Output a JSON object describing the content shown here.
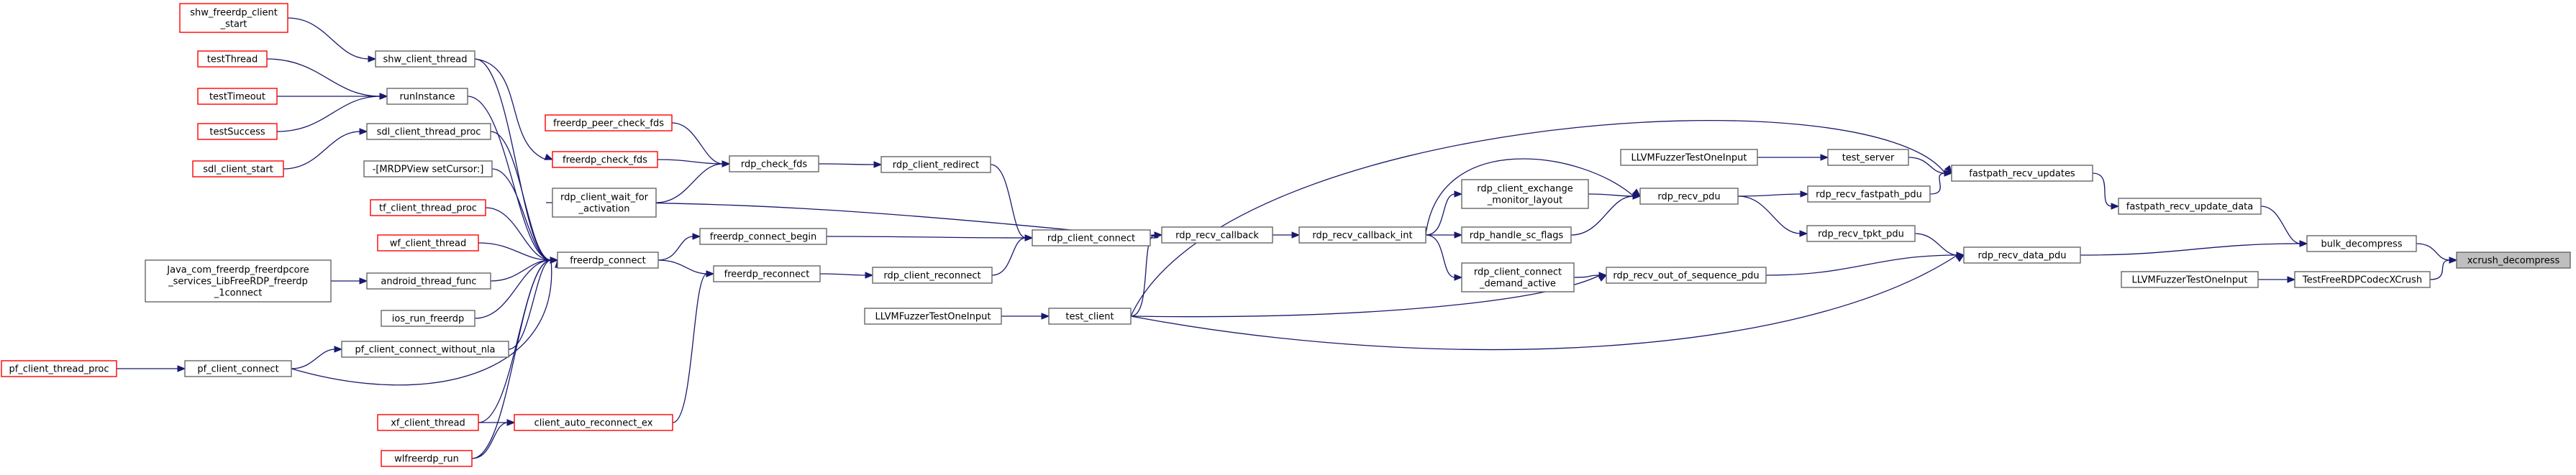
{
  "graph": {
    "direction": "right-to-left",
    "colors": {
      "edge": "#191970",
      "default_border": "#666666",
      "truncated_border": "#ff0000",
      "root_fill": "#bfbfbf"
    },
    "nodes": [
      {
        "id": "xcrush",
        "lines": [
          "xcrush_decompress"
        ],
        "kind": "root"
      },
      {
        "id": "bulk",
        "lines": [
          "bulk_decompress"
        ]
      },
      {
        "id": "testfreerdp",
        "lines": [
          "TestFreeRDPCodecXCrush"
        ]
      },
      {
        "id": "llvm3",
        "lines": [
          "LLVMFuzzerTestOneInput"
        ]
      },
      {
        "id": "fp_update_data",
        "lines": [
          "fastpath_recv_update_data"
        ]
      },
      {
        "id": "recv_data",
        "lines": [
          "rdp_recv_data_pdu"
        ]
      },
      {
        "id": "fp_updates",
        "lines": [
          "fastpath_recv_updates"
        ]
      },
      {
        "id": "test_server",
        "lines": [
          "test_server"
        ]
      },
      {
        "id": "llvm1",
        "lines": [
          "LLVMFuzzerTestOneInput"
        ]
      },
      {
        "id": "recv_fastpath",
        "lines": [
          "rdp_recv_fastpath_pdu"
        ]
      },
      {
        "id": "recv_tpkt",
        "lines": [
          "rdp_recv_tpkt_pdu"
        ]
      },
      {
        "id": "recv_oos",
        "lines": [
          "rdp_recv_out_of_sequence_pdu"
        ]
      },
      {
        "id": "recv_pdu",
        "lines": [
          "rdp_recv_pdu"
        ]
      },
      {
        "id": "exch_mon",
        "lines": [
          "rdp_client_exchange",
          "_monitor_layout"
        ]
      },
      {
        "id": "sc_flags",
        "lines": [
          "rdp_handle_sc_flags"
        ]
      },
      {
        "id": "demand",
        "lines": [
          "rdp_client_connect",
          "_demand_active"
        ]
      },
      {
        "id": "cb_int",
        "lines": [
          "rdp_recv_callback_int"
        ]
      },
      {
        "id": "recv_cb",
        "lines": [
          "rdp_recv_callback"
        ]
      },
      {
        "id": "test_client",
        "lines": [
          "test_client"
        ]
      },
      {
        "id": "llvm2",
        "lines": [
          "LLVMFuzzerTestOneInput"
        ]
      },
      {
        "id": "client_connect",
        "lines": [
          "rdp_client_connect"
        ]
      },
      {
        "id": "client_redirect",
        "lines": [
          "rdp_client_redirect"
        ]
      },
      {
        "id": "client_reconnect",
        "lines": [
          "rdp_client_reconnect"
        ]
      },
      {
        "id": "check_fds",
        "lines": [
          "rdp_check_fds"
        ]
      },
      {
        "id": "fr_connect_begin",
        "lines": [
          "freerdp_connect_begin"
        ]
      },
      {
        "id": "fr_reconnect",
        "lines": [
          "freerdp_reconnect"
        ]
      },
      {
        "id": "wait_act",
        "lines": [
          "rdp_client_wait_for",
          "_activation"
        ]
      },
      {
        "id": "fr_check_fds",
        "lines": [
          "freerdp_check_fds"
        ],
        "kind": "red"
      },
      {
        "id": "peer_check_fds",
        "lines": [
          "freerdp_peer_check_fds"
        ],
        "kind": "red"
      },
      {
        "id": "fr_connect",
        "lines": [
          "freerdp_connect"
        ]
      },
      {
        "id": "auto_reconnect",
        "lines": [
          "client_auto_reconnect_ex"
        ],
        "kind": "red"
      },
      {
        "id": "shw_thread",
        "lines": [
          "shw_client_thread"
        ]
      },
      {
        "id": "runinstance",
        "lines": [
          "runInstance"
        ]
      },
      {
        "id": "sdl_proc",
        "lines": [
          "sdl_client_thread_proc"
        ]
      },
      {
        "id": "mrdp",
        "lines": [
          "-[MRDPView setCursor:]"
        ]
      },
      {
        "id": "tf_proc",
        "lines": [
          "tf_client_thread_proc"
        ],
        "kind": "red"
      },
      {
        "id": "wf_thread",
        "lines": [
          "wf_client_thread"
        ],
        "kind": "red"
      },
      {
        "id": "android_func",
        "lines": [
          "android_thread_func"
        ]
      },
      {
        "id": "ios_run",
        "lines": [
          "ios_run_freerdp"
        ]
      },
      {
        "id": "pf_without_nla",
        "lines": [
          "pf_client_connect_without_nla"
        ]
      },
      {
        "id": "xf_thread",
        "lines": [
          "xf_client_thread"
        ],
        "kind": "red"
      },
      {
        "id": "wlf_run",
        "lines": [
          "wlfreerdp_run"
        ],
        "kind": "red"
      },
      {
        "id": "pf_connect",
        "lines": [
          "pf_client_connect"
        ]
      },
      {
        "id": "java",
        "lines": [
          "Java_com_freerdp_freerdpcore",
          "_services_LibFreeRDP_freerdp",
          "_1connect"
        ]
      },
      {
        "id": "pf_proc",
        "lines": [
          "pf_client_thread_proc"
        ],
        "kind": "red"
      },
      {
        "id": "shw_start",
        "lines": [
          "shw_freerdp_client",
          "_start"
        ],
        "kind": "red"
      },
      {
        "id": "testthread",
        "lines": [
          "testThread"
        ],
        "kind": "red"
      },
      {
        "id": "testtimeout",
        "lines": [
          "testTimeout"
        ],
        "kind": "red"
      },
      {
        "id": "testsuccess",
        "lines": [
          "testSuccess"
        ],
        "kind": "red"
      },
      {
        "id": "sdl_start",
        "lines": [
          "sdl_client_start"
        ],
        "kind": "red"
      }
    ],
    "edges": [
      [
        "bulk",
        "xcrush"
      ],
      [
        "testfreerdp",
        "xcrush"
      ],
      [
        "llvm3",
        "testfreerdp"
      ],
      [
        "fp_update_data",
        "bulk"
      ],
      [
        "recv_data",
        "bulk"
      ],
      [
        "fp_updates",
        "fp_update_data"
      ],
      [
        "test_server",
        "fp_updates"
      ],
      [
        "llvm1",
        "test_server"
      ],
      [
        "recv_fastpath",
        "fp_updates"
      ],
      [
        "recv_tpkt",
        "recv_data"
      ],
      [
        "recv_oos",
        "recv_data"
      ],
      [
        "recv_pdu",
        "recv_fastpath"
      ],
      [
        "recv_pdu",
        "recv_tpkt"
      ],
      [
        "exch_mon",
        "recv_pdu"
      ],
      [
        "sc_flags",
        "recv_pdu"
      ],
      [
        "demand",
        "recv_oos"
      ],
      [
        "cb_int",
        "recv_pdu"
      ],
      [
        "cb_int",
        "exch_mon"
      ],
      [
        "cb_int",
        "sc_flags"
      ],
      [
        "cb_int",
        "demand"
      ],
      [
        "recv_cb",
        "cb_int"
      ],
      [
        "test_client",
        "recv_cb"
      ],
      [
        "llvm2",
        "test_client"
      ],
      [
        "test_client",
        "fp_updates"
      ],
      [
        "test_client",
        "recv_oos"
      ],
      [
        "test_client",
        "recv_data"
      ],
      [
        "client_connect",
        "recv_cb"
      ],
      [
        "client_connect",
        "wait_act"
      ],
      [
        "client_redirect",
        "client_connect"
      ],
      [
        "client_reconnect",
        "client_connect"
      ],
      [
        "fr_connect_begin",
        "client_connect"
      ],
      [
        "check_fds",
        "client_redirect"
      ],
      [
        "fr_reconnect",
        "client_reconnect"
      ],
      [
        "fr_check_fds",
        "check_fds"
      ],
      [
        "peer_check_fds",
        "check_fds"
      ],
      [
        "wait_act",
        "check_fds"
      ],
      [
        "fr_connect",
        "fr_connect_begin"
      ],
      [
        "fr_connect",
        "fr_reconnect"
      ],
      [
        "auto_reconnect",
        "fr_reconnect"
      ],
      [
        "shw_thread",
        "fr_connect"
      ],
      [
        "runinstance",
        "fr_connect"
      ],
      [
        "sdl_proc",
        "fr_connect"
      ],
      [
        "mrdp",
        "fr_connect"
      ],
      [
        "tf_proc",
        "fr_connect"
      ],
      [
        "wf_thread",
        "fr_connect"
      ],
      [
        "android_func",
        "fr_connect"
      ],
      [
        "ios_run",
        "fr_connect"
      ],
      [
        "pf_without_nla",
        "fr_connect"
      ],
      [
        "pf_connect",
        "fr_connect"
      ],
      [
        "xf_thread",
        "fr_connect"
      ],
      [
        "wlf_run",
        "fr_connect"
      ],
      [
        "xf_thread",
        "auto_reconnect"
      ],
      [
        "wlf_run",
        "auto_reconnect"
      ],
      [
        "shw_thread",
        "fr_check_fds"
      ],
      [
        "pf_connect",
        "pf_without_nla"
      ],
      [
        "java",
        "android_func"
      ],
      [
        "pf_proc",
        "pf_connect"
      ],
      [
        "shw_start",
        "shw_thread"
      ],
      [
        "testthread",
        "runinstance"
      ],
      [
        "testtimeout",
        "runinstance"
      ],
      [
        "testsuccess",
        "runinstance"
      ],
      [
        "sdl_start",
        "sdl_proc"
      ]
    ]
  }
}
